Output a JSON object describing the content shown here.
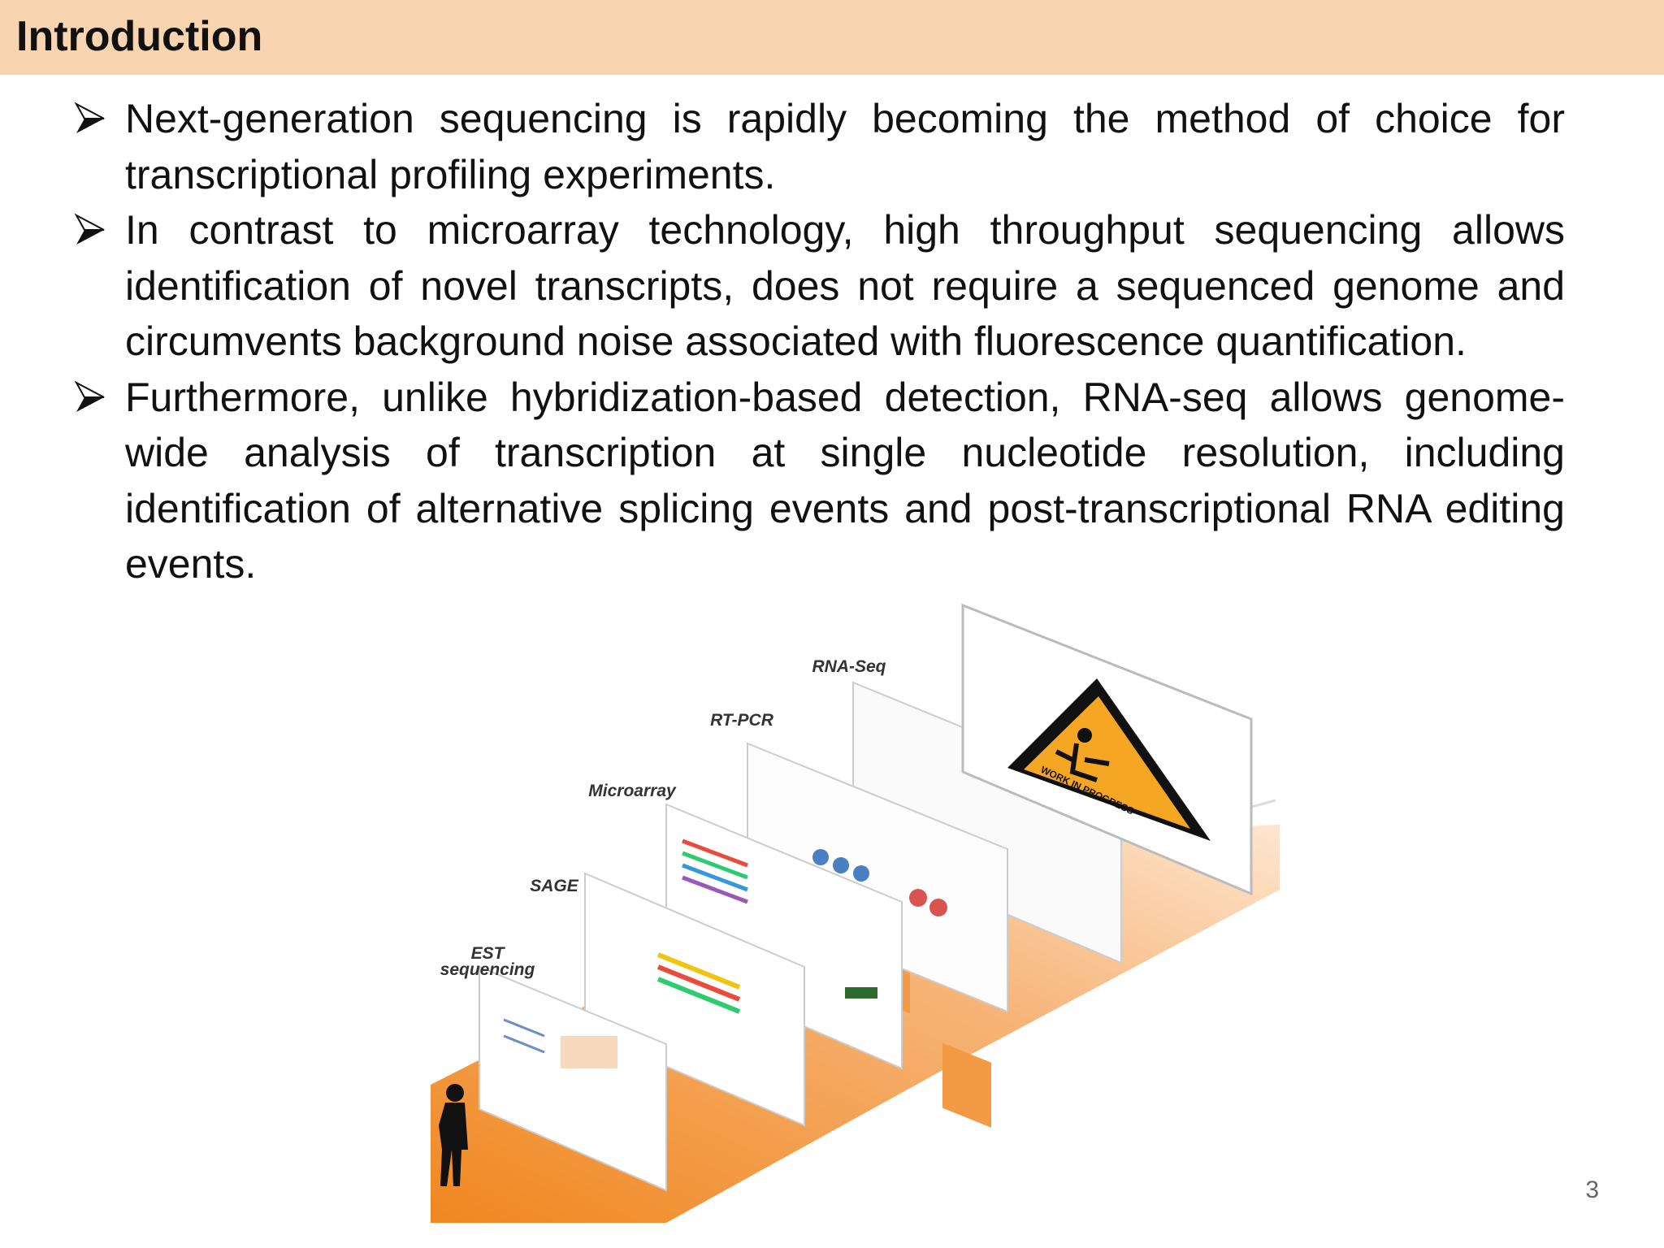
{
  "header": {
    "title": "Introduction"
  },
  "bullets": [
    "Next-generation sequencing is rapidly becoming the method of choice for transcriptional profiling experiments.",
    "In contrast to microarray technology, high throughput sequencing allows identification of novel transcripts, does not require a sequenced genome and circumvents background noise associated with fluorescence quantification.",
    "Furthermore, unlike hybridization-based detection, RNA-seq allows genome-wide analysis of transcription at single nucleotide resolution, including identification of alternative splicing events and post-transcriptional RNA editing events."
  ],
  "figure": {
    "stages": [
      {
        "label": "EST sequencing",
        "line1": "EST",
        "line2": "sequencing"
      },
      {
        "label": "SAGE"
      },
      {
        "label": "Microarray"
      },
      {
        "label": "RT-PCR"
      },
      {
        "label": "RNA-Seq"
      }
    ],
    "sign": {
      "text": "WORK IN PROGRESS",
      "color": "#f5a623"
    },
    "path_color": "#f39a45"
  },
  "page_number": "3",
  "colors": {
    "header_bg": "#f8d4b0",
    "text": "#111111"
  }
}
